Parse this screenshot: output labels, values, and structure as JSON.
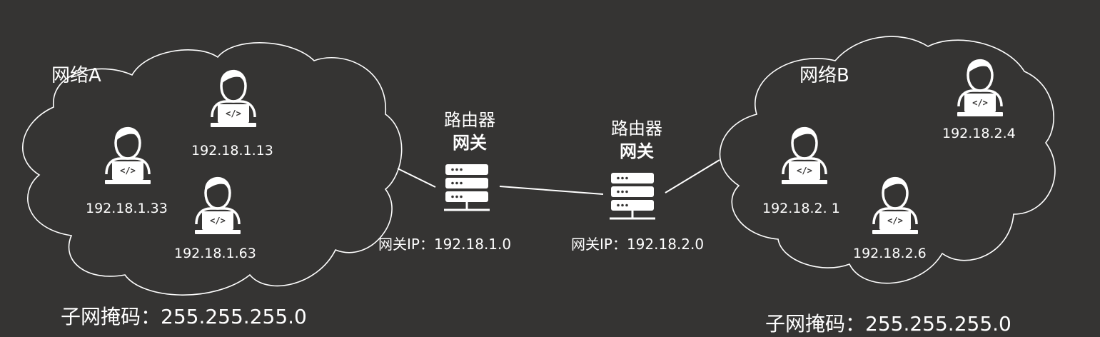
{
  "colors": {
    "background": "#353433",
    "stroke": "#ffffff",
    "text": "#ffffff"
  },
  "network_a": {
    "title": "网络A",
    "hosts": [
      "192.18.1.13",
      "192.18.1.33",
      "192.18.1.63"
    ],
    "subnet_mask": "子网掩码：255.255.255.0"
  },
  "network_b": {
    "title": "网络B",
    "hosts": [
      "192.18.2.4",
      "192.18.2. 1",
      "192.18.2.6"
    ],
    "subnet_mask": "子网掩码：255.255.255.0"
  },
  "router_a": {
    "title": "路由器",
    "subtitle": "网关",
    "gateway_ip": "网关IP：192.18.1.0",
    "icon": "server-icon"
  },
  "router_b": {
    "title": "路由器",
    "subtitle": "网关",
    "gateway_ip": "网关IP：192.18.2.0",
    "icon": "server-icon"
  },
  "host_icon": "programmer-icon"
}
